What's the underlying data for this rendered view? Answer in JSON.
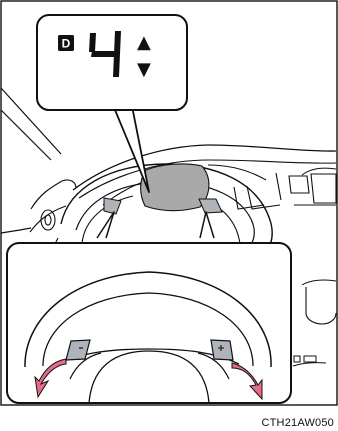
{
  "display": {
    "mode_letter": "D",
    "gear_number": "4",
    "up_arrow": "▲",
    "down_arrow": "▼"
  },
  "colors": {
    "paddle_arrow": "#E86A8A",
    "cluster_gray": "#A9A9A9",
    "paddle_fill": "#AEB4BA",
    "line": "#111111"
  },
  "icons": {
    "up": "triangle-up-icon",
    "down": "triangle-down-icon",
    "left_arrow": "curved-arrow-icon",
    "right_arrow": "curved-arrow-icon"
  },
  "footer": {
    "code": "CTH21AW050"
  }
}
